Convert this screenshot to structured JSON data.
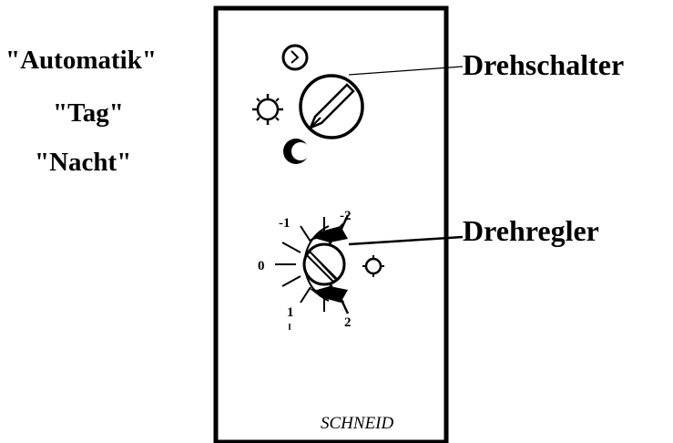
{
  "mode_labels": [
    "\"Automatik\"",
    "\"Tag\"",
    "\"Nacht\""
  ],
  "callouts": {
    "rotary_switch": "Drehschalter",
    "rotary_knob": "Drehregler"
  },
  "dial_scale": [
    "-2",
    "-1",
    "0",
    "1",
    "2"
  ],
  "brand": "SCHNEID",
  "colors": {
    "ink": "#000000",
    "background": "#ffffff"
  },
  "icons": [
    "clock-icon",
    "sun-icon",
    "moon-icon",
    "small-sun-icon"
  ]
}
